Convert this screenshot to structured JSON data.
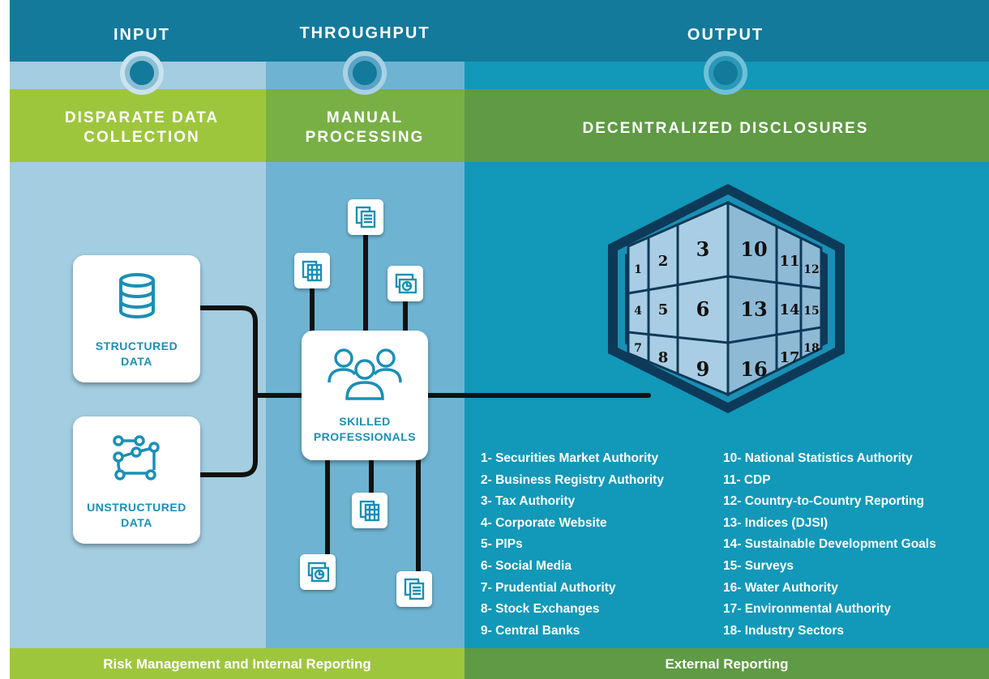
{
  "stages": {
    "input": "INPUT",
    "throughput": "THROUGHPUT",
    "output": "OUTPUT"
  },
  "subheaders": {
    "input_line1": "DISPARATE DATA",
    "input_line2": "COLLECTION",
    "throughput_line1": "MANUAL",
    "throughput_line2": "PROCESSING",
    "output": "DECENTRALIZED DISCLOSURES"
  },
  "sources": {
    "structured": "STRUCTURED\nDATA",
    "unstructured": "UNSTRUCTURED\nDATA"
  },
  "processor": "SKILLED\nPROFESSIONALS",
  "cube_numbers": [
    "1",
    "2",
    "3",
    "4",
    "5",
    "6",
    "7",
    "8",
    "9",
    "10",
    "11",
    "12",
    "13",
    "14",
    "15",
    "16",
    "17",
    "18"
  ],
  "legend_left": [
    "1- Securities Market Authority",
    "2- Business Registry Authority",
    "3- Tax Authority",
    "4- Corporate Website",
    "5- PIPs",
    "6- Social Media",
    "7- Prudential Authority",
    "8- Stock Exchanges",
    "9- Central Banks"
  ],
  "legend_right": [
    "10- National Statistics Authority",
    "11- CDP",
    "12- Country-to-Country Reporting",
    "13- Indices (DJSI)",
    "14- Sustainable Development Goals",
    "15- Surveys",
    "16- Water Authority",
    "17- Environmental Authority",
    "18- Industry Sectors"
  ],
  "footer": {
    "left": "Risk Management and Internal Reporting",
    "right": "External Reporting"
  },
  "colors": {
    "header_teal": "#137a9b",
    "col1_bg": "#a3cde0",
    "col2_bg": "#6eb4d2",
    "col3_bg": "#1298b8",
    "green_light": "#9ec63d",
    "green_mid": "#78b045",
    "green_dark": "#5f9a45",
    "icon_teal": "#1a8fb5",
    "connector": "#111111",
    "cube_face": "#a9cde4",
    "cube_dark": "#0d3a58"
  },
  "icons": [
    "database-icon",
    "workflow-icon",
    "people-group-icon",
    "document-icon",
    "spreadsheet-icon",
    "chart-icon"
  ]
}
